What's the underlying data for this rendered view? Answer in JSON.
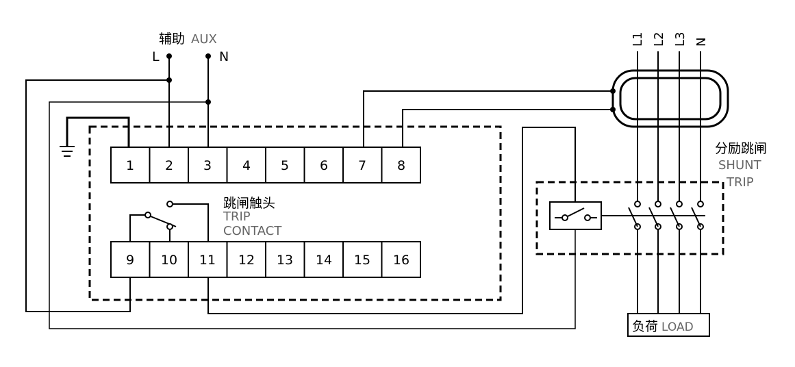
{
  "aux": {
    "cn": "辅助",
    "en": "AUX",
    "l": "L",
    "n": "N"
  },
  "terminals_top": [
    "1",
    "2",
    "3",
    "4",
    "5",
    "6",
    "7",
    "8"
  ],
  "terminals_bottom": [
    "9",
    "10",
    "11",
    "12",
    "13",
    "14",
    "15",
    "16"
  ],
  "trip_contact": {
    "cn": "跳闸触头",
    "en1": "TRIP",
    "en2": "CONTACT"
  },
  "shunt_trip": {
    "cn": "分励跳闸",
    "en1": "SHUNT",
    "en2": "TRIP"
  },
  "phases": [
    "L1",
    "L2",
    "L3",
    "N"
  ],
  "load": {
    "cn": "负荷",
    "en": "LOAD"
  },
  "colors": {
    "line": "#000000",
    "secondary_text": "#666666"
  }
}
